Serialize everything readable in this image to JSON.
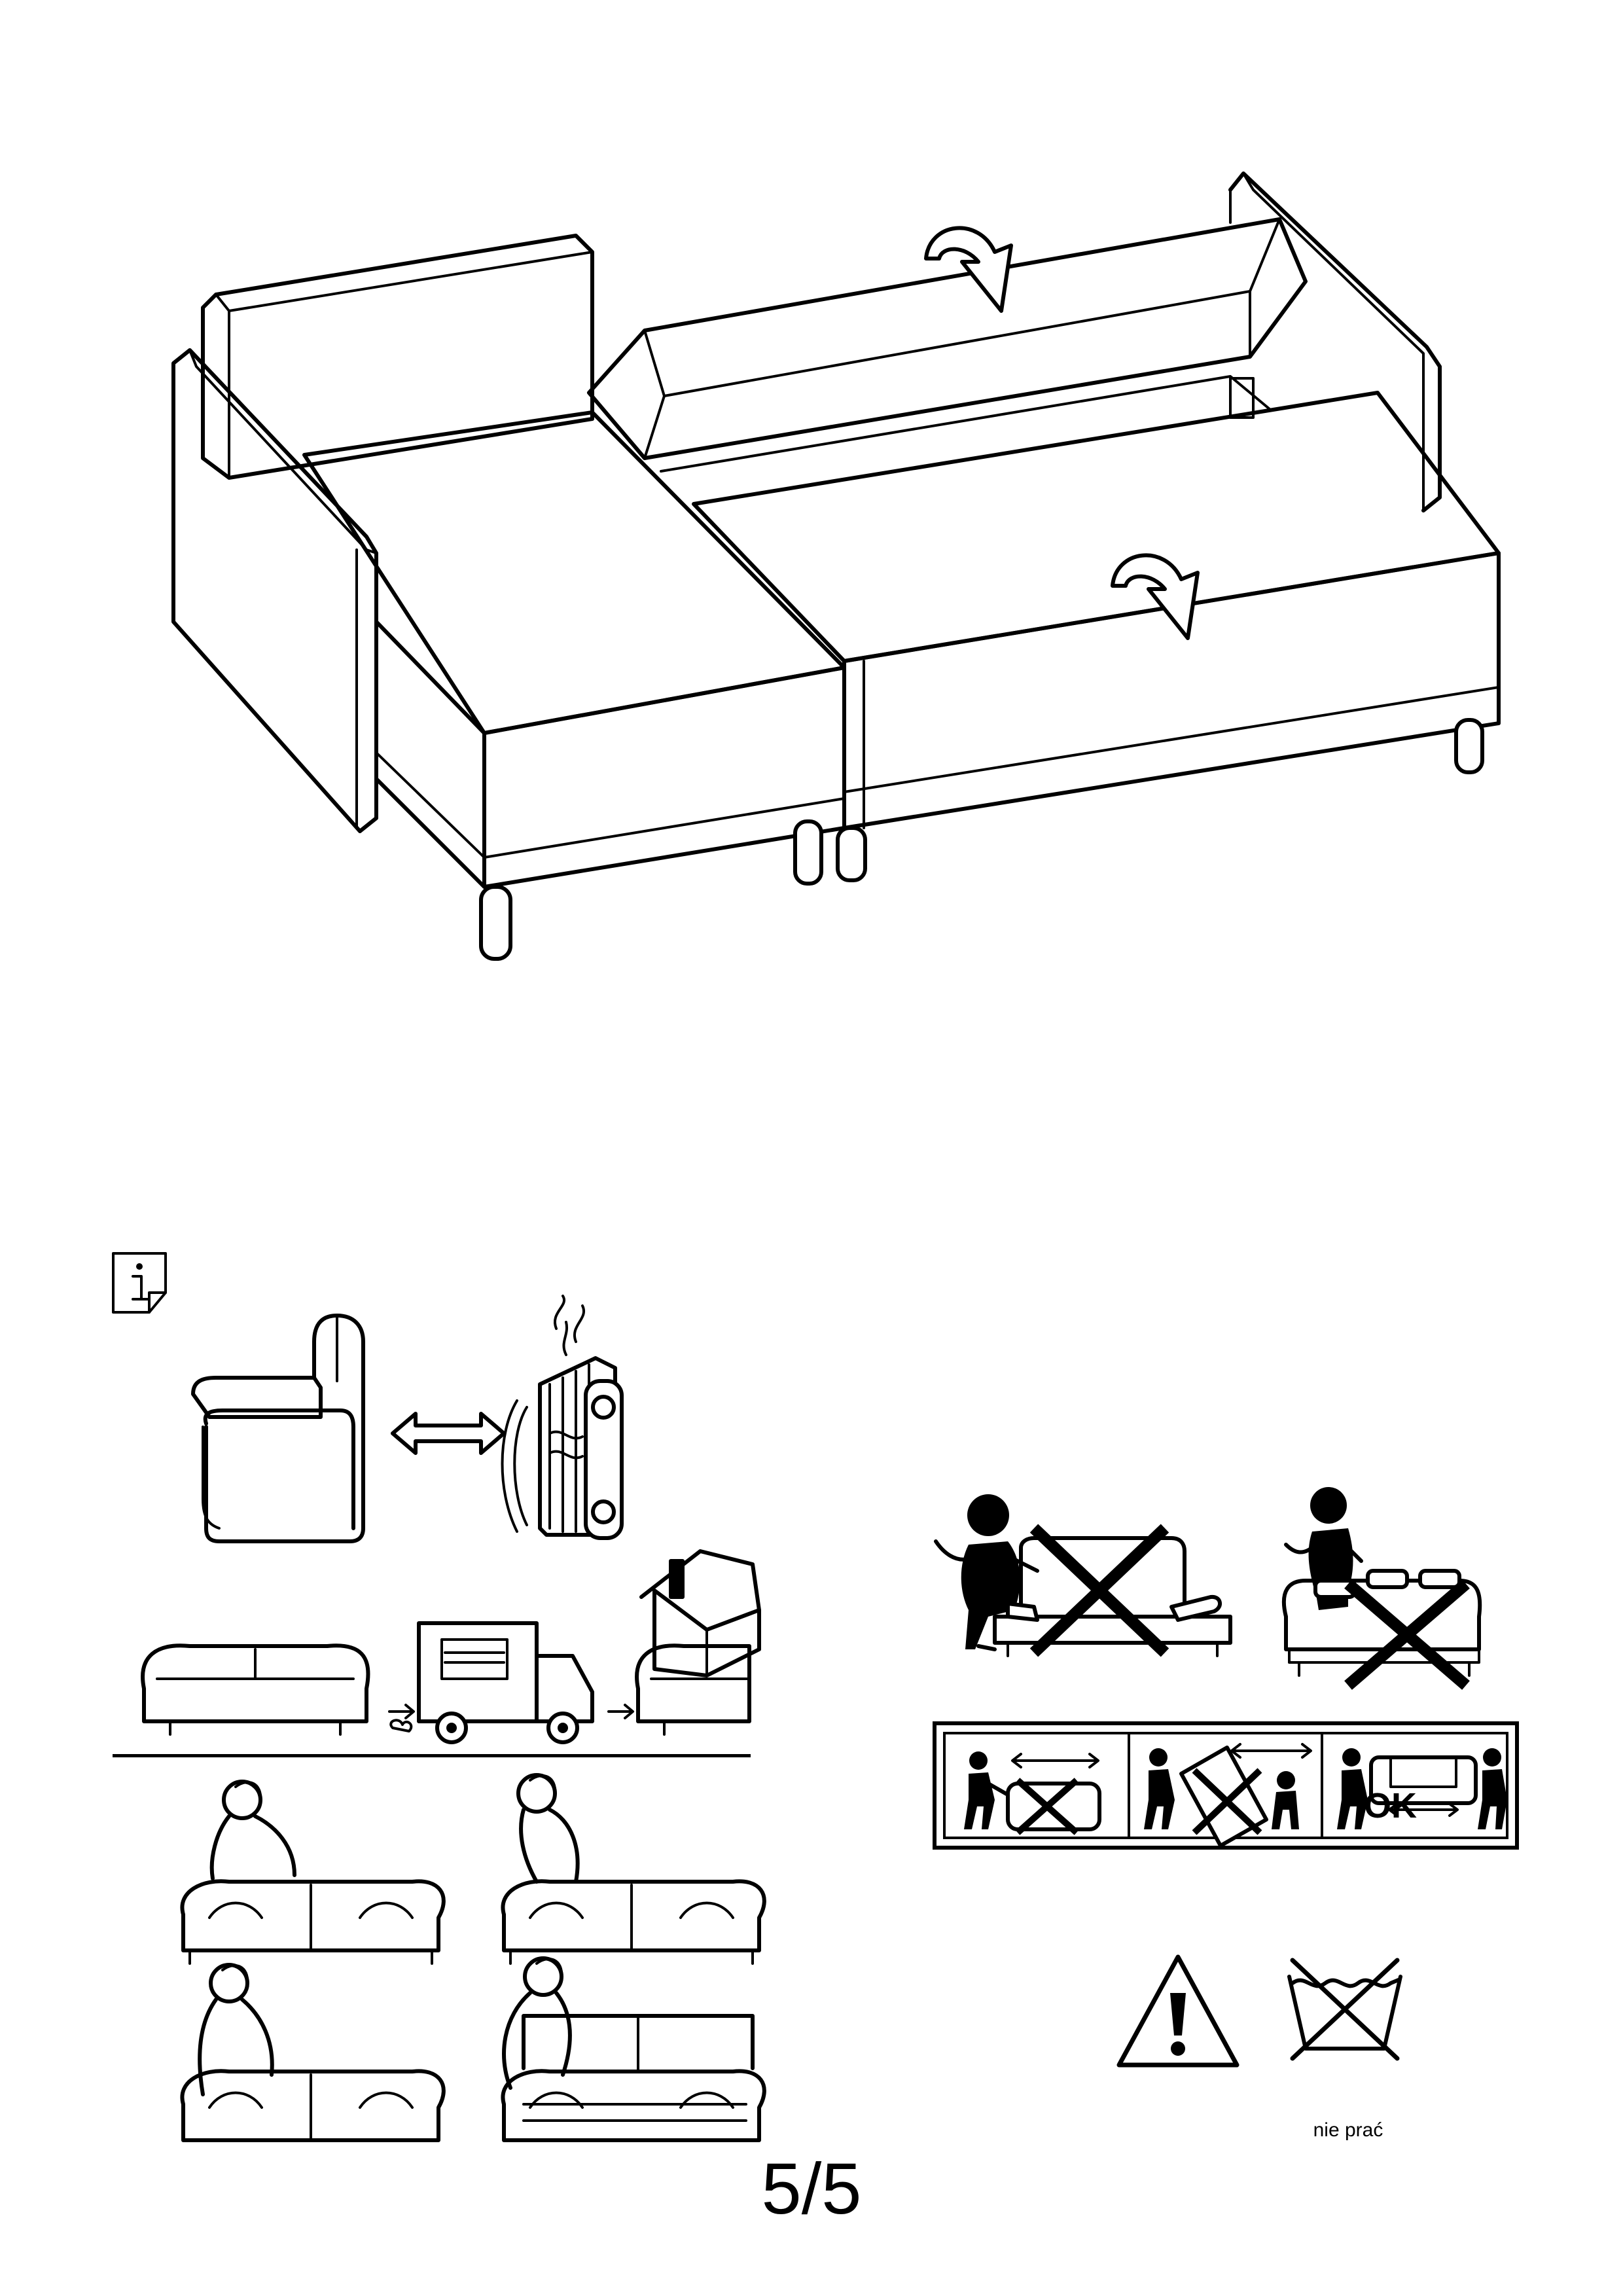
{
  "page": {
    "number": "5/5"
  },
  "care_symbols": {
    "ok_label": "OK",
    "no_wash_caption": "nie prać"
  },
  "icons": {
    "info": "info-icon",
    "warning": "warning-triangle-icon",
    "no_wash": "do-not-wash-icon"
  }
}
